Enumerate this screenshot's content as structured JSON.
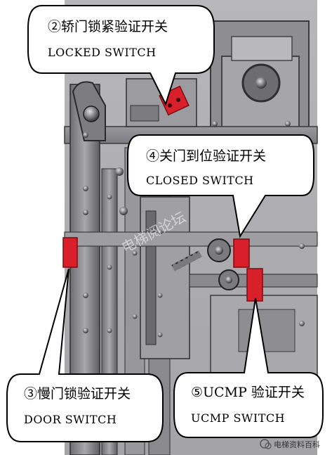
{
  "callouts": [
    {
      "id": "locked",
      "title": "②轿门锁紧验证开关",
      "subtitle": "LOCKED  SWITCH"
    },
    {
      "id": "closed",
      "title": "④关门到位验证开关",
      "subtitle": "CLOSED SWITCH"
    },
    {
      "id": "door",
      "title": "③慢门锁验证开关",
      "subtitle": "DOOR    SWITCH"
    },
    {
      "id": "ucmp",
      "title": "⑤UCMP 验证开关",
      "subtitle": "UCMP    SWITCH"
    }
  ],
  "watermark": "电梯阅论坛",
  "source_badge": "电梯资料百科",
  "colors": {
    "switch_red": "#d9202a",
    "metal_dark": "#3c3c3e",
    "metal_mid": "#8c8c90",
    "metal_light": "#c8c8cc",
    "bubble_fill": "#ffffff",
    "bubble_stroke": "#000000"
  }
}
